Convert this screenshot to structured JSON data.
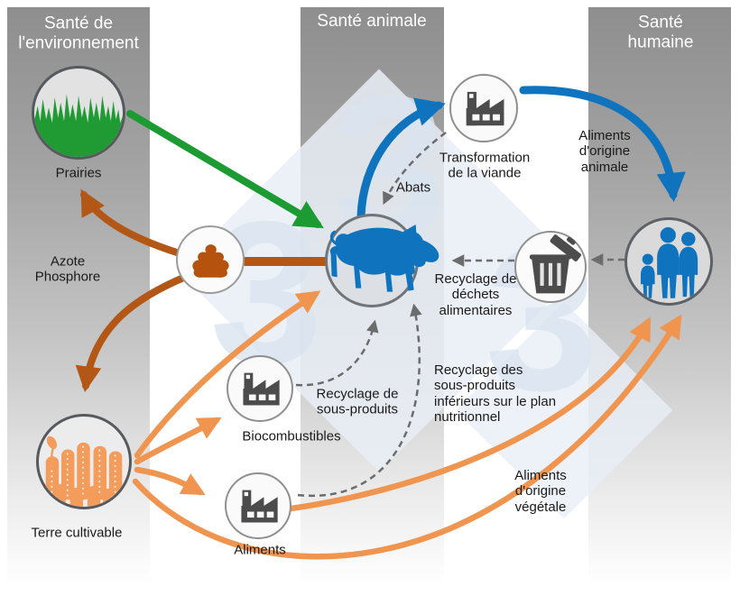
{
  "columns": [
    {
      "id": "environment",
      "label": "Santé de\nl'environnement"
    },
    {
      "id": "animal",
      "label": "Santé animale"
    },
    {
      "id": "human",
      "label": "Santé\nhumaine"
    }
  ],
  "nodes": [
    {
      "id": "prairies",
      "label": "Prairies",
      "icon": "grass-icon"
    },
    {
      "id": "manure",
      "label": "",
      "icon": "manure-icon"
    },
    {
      "id": "pig",
      "label": "",
      "icon": "pig-icon"
    },
    {
      "id": "meat-processing",
      "label": "Transformation\nde la viande",
      "icon": "factory-icon"
    },
    {
      "id": "food-waste",
      "label": "",
      "icon": "trash-icon"
    },
    {
      "id": "humans",
      "label": "",
      "icon": "family-icon"
    },
    {
      "id": "biofuels",
      "label": "Biocombustibles",
      "icon": "factory-icon"
    },
    {
      "id": "feed-mill",
      "label": "Aliments",
      "icon": "factory-icon"
    },
    {
      "id": "arable-land",
      "label": "Terre cultivable",
      "icon": "wheat-icon"
    }
  ],
  "flow_labels": {
    "nutrients": "Azote\nPhosphore",
    "offal": "Abats",
    "animal_food": "Aliments\nd'origine\nanimale",
    "food_waste_recycling": "Recyclage de\ndéchets\nalimentaires",
    "byproduct_recycling": "Recyclage de\nsous-produits",
    "inferior_byproducts": "Recyclage des\nsous-produits\ninférieurs sur le plan\nnutritionnel",
    "plant_food": "Aliments\nd'origine\nvégétale"
  },
  "flows": [
    {
      "from": "prairies",
      "to": "pig",
      "color": "green",
      "style": "solid"
    },
    {
      "from": "manure",
      "to": "prairies",
      "color": "brown",
      "style": "solid",
      "label": "nutrients"
    },
    {
      "from": "manure",
      "to": "arable-land",
      "color": "brown",
      "style": "solid",
      "label": "nutrients"
    },
    {
      "from": "pig",
      "to": "manure",
      "color": "brown",
      "style": "solid"
    },
    {
      "from": "pig",
      "to": "meat-processing",
      "color": "blue",
      "style": "solid"
    },
    {
      "from": "meat-processing",
      "to": "humans",
      "color": "blue",
      "style": "solid",
      "label": "animal_food"
    },
    {
      "from": "meat-processing",
      "to": "pig",
      "color": "dash",
      "style": "dashed",
      "label": "offal"
    },
    {
      "from": "humans",
      "to": "food-waste",
      "color": "dash",
      "style": "dashed"
    },
    {
      "from": "food-waste",
      "to": "pig",
      "color": "dash",
      "style": "dashed",
      "label": "food_waste_recycling"
    },
    {
      "from": "biofuels",
      "to": "pig",
      "color": "dash",
      "style": "dashed",
      "label": "byproduct_recycling"
    },
    {
      "from": "feed-mill",
      "to": "pig",
      "color": "dash",
      "style": "dashed",
      "label": "inferior_byproducts"
    },
    {
      "from": "arable-land",
      "to": "pig",
      "color": "orange",
      "style": "solid"
    },
    {
      "from": "arable-land",
      "to": "biofuels",
      "color": "orange",
      "style": "solid"
    },
    {
      "from": "arable-land",
      "to": "feed-mill",
      "color": "orange",
      "style": "solid"
    },
    {
      "from": "arable-land",
      "to": "humans",
      "color": "orange",
      "style": "solid",
      "label": "plant_food"
    },
    {
      "from": "feed-mill",
      "to": "humans",
      "color": "orange",
      "style": "solid",
      "label": "plant_food"
    }
  ],
  "watermark": {
    "digits": [
      "3",
      "3",
      "3"
    ]
  },
  "colors": {
    "green": "#1d9b33",
    "brown": "#b35717",
    "orange": "#f0954f",
    "blue": "#0f74bd",
    "dash": "#6c6c6c",
    "icon_gray": "#4c4c4c",
    "poop_brown": "#b4520e",
    "grass_green": "#209b33",
    "wheat_orange": "#f49c5b",
    "band_gray": "#8e8e8e",
    "text": "#1a1a1a",
    "header_white": "#ffffff",
    "watermark": "#dae4f0"
  }
}
